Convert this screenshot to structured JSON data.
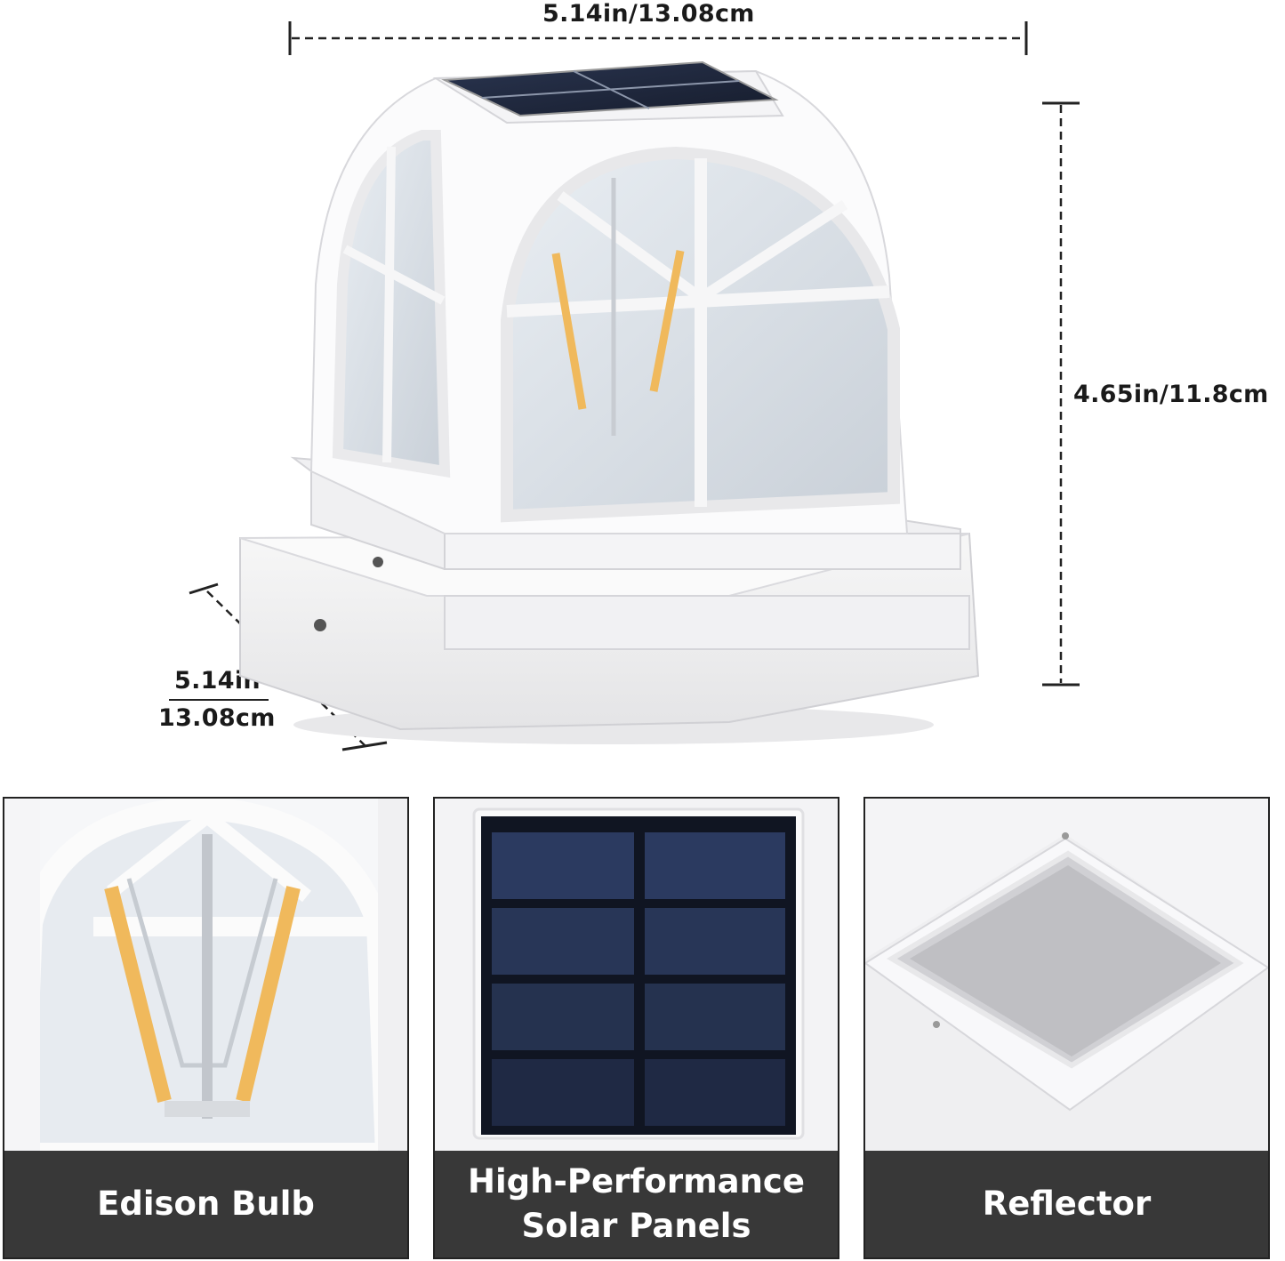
{
  "dimensions": {
    "width_label": "5.14in/13.08cm",
    "height_label": "4.65in/11.8cm",
    "depth_label_in": "5.14in",
    "depth_label_cm": "13.08cm"
  },
  "features": [
    {
      "caption_lines": [
        "Edison Bulb"
      ]
    },
    {
      "caption_lines": [
        "High-Performance",
        "Solar Panels"
      ]
    },
    {
      "caption_lines": [
        "Reflector"
      ]
    }
  ]
}
